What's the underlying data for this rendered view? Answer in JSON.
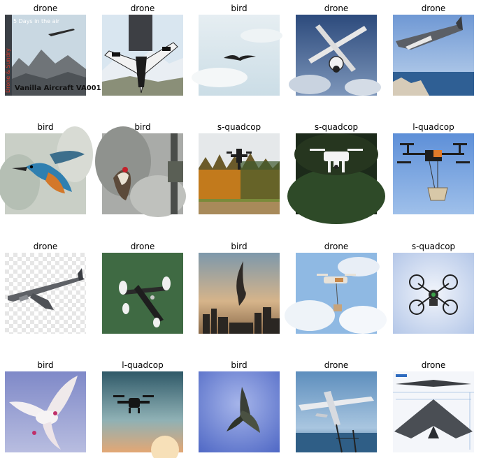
{
  "grid": {
    "images": [
      {
        "label": "drone",
        "caption_lines": [
          "5 Days in the air",
          "Vanilla Aircraft VA001",
          "Drone & Sundry"
        ]
      },
      {
        "label": "drone"
      },
      {
        "label": "bird"
      },
      {
        "label": "drone"
      },
      {
        "label": "drone"
      },
      {
        "label": "bird"
      },
      {
        "label": "bird"
      },
      {
        "label": "s-quadcop"
      },
      {
        "label": "s-quadcop"
      },
      {
        "label": "l-quadcop"
      },
      {
        "label": "drone"
      },
      {
        "label": "drone"
      },
      {
        "label": "bird"
      },
      {
        "label": "drone"
      },
      {
        "label": "s-quadcop"
      },
      {
        "label": "bird"
      },
      {
        "label": "l-quadcop"
      },
      {
        "label": "bird"
      },
      {
        "label": "drone"
      },
      {
        "label": "drone"
      }
    ]
  }
}
